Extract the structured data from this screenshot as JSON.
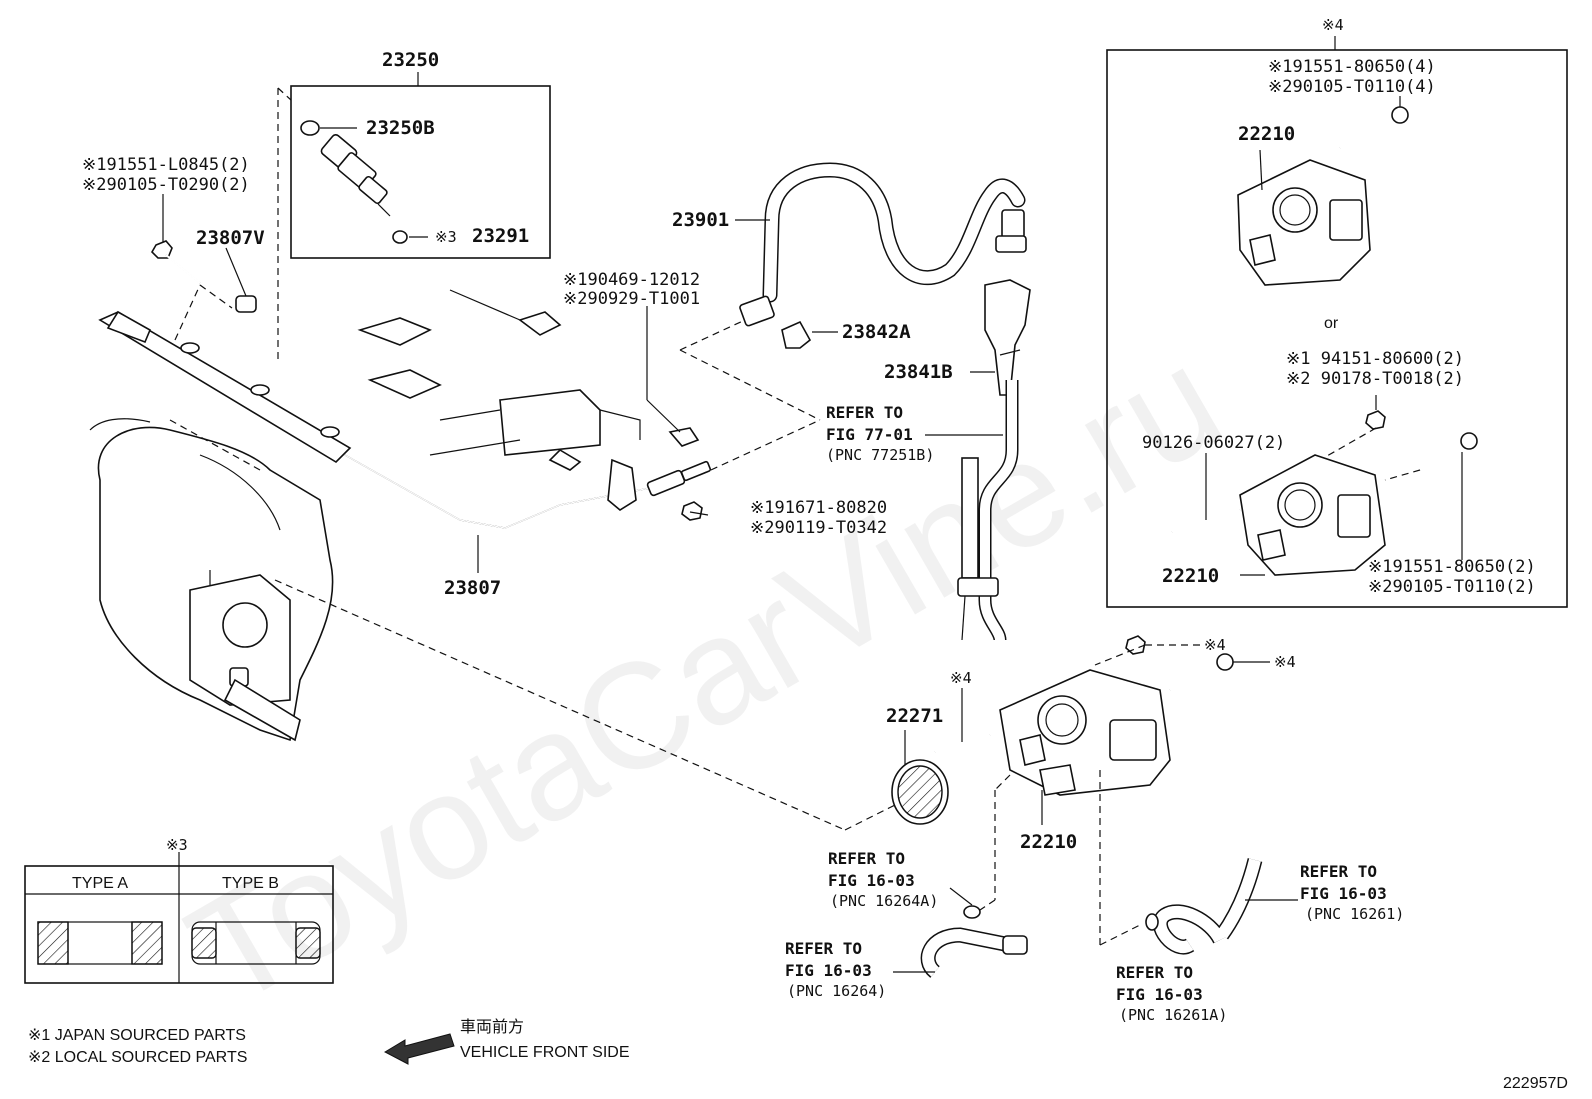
{
  "watermark": "ToyotaCarVine.ru",
  "diagram_code": "222957D",
  "labels": {
    "p23250": "23250",
    "p23250B": "23250B",
    "p23291": "23291",
    "p23291_mark": "※3",
    "bolt_left_1": "※191551-L0845(2)",
    "bolt_left_2": "※290105-T0290(2)",
    "p23807V": "23807V",
    "p23807": "23807",
    "p23901": "23901",
    "clamp_1": "※190469-12012",
    "clamp_2": "※290929-T1001",
    "p23842A": "23842A",
    "p23841B": "23841B",
    "refer_77_line1": "REFER TO",
    "refer_77_line2": "FIG 77-01",
    "refer_77_line3": "(PNC 77251B)",
    "bolt_mid_1": "※191671-80820",
    "bolt_mid_2": "※290119-T0342",
    "p22271": "22271",
    "mark4_top_stud": "※4",
    "mark4_nut": "※4",
    "mark4_bolt": "※4",
    "p22210_main": "22210",
    "refer_16264A_1": "REFER TO",
    "refer_16264A_2": "FIG 16-03",
    "refer_16264A_3": "(PNC 16264A)",
    "refer_16264_1": "REFER TO",
    "refer_16264_2": "FIG 16-03",
    "refer_16264_3": "(PNC 16264)",
    "refer_16261_1": "REFER TO",
    "refer_16261_2": "FIG 16-03",
    "refer_16261_3": "(PNC 16261)",
    "refer_16261A_1": "REFER TO",
    "refer_16261A_2": "FIG 16-03",
    "refer_16261A_3": "(PNC 16261A)"
  },
  "inset_box": {
    "mark": "※4",
    "top_1": "※191551-80650(4)",
    "top_2": "※290105-T0110(4)",
    "top_part": "22210",
    "or": "or",
    "mid_1": "※1 94151-80600(2)",
    "mid_2": "※2 90178-T0018(2)",
    "stud": "90126-06027(2)",
    "bottom_part": "22210",
    "bot_1": "※191551-80650(2)",
    "bot_2": "※290105-T0110(2)"
  },
  "type_table": {
    "mark": "※3",
    "headers": [
      "TYPE A",
      "TYPE B"
    ]
  },
  "notes": {
    "note1": "※1 JAPAN SOURCED PARTS",
    "note2": "※2 LOCAL SOURCED PARTS"
  },
  "direction": {
    "jp": "車両前方",
    "en": "VEHICLE FRONT SIDE"
  }
}
